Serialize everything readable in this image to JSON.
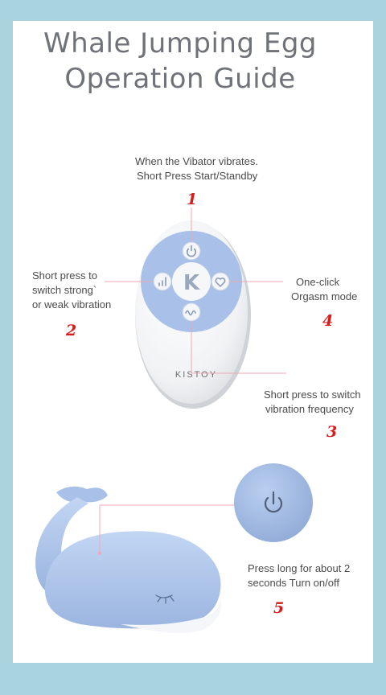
{
  "title": {
    "line1": "Whale Jumping Egg",
    "line2": "Operation Guide"
  },
  "remote": {
    "brand": "KISTOY",
    "center_logo": "K"
  },
  "callouts": {
    "c1": {
      "line1": "When the Vibator vibrates.",
      "line2": "Short Press Start/Standby",
      "number": "1"
    },
    "c2": {
      "line1": "Short press to",
      "line2": "switch strong`",
      "line3": "or weak vibration",
      "number": "2"
    },
    "c3": {
      "line1": "Short press to switch",
      "line2": "vibration frequency",
      "number": "3"
    },
    "c4": {
      "line1": "One-click",
      "line2": "Orgasm mode",
      "number": "4"
    },
    "c5": {
      "line1": "Press long for about 2",
      "line2": "seconds Turn on/off",
      "number": "5"
    }
  },
  "icons": [
    "power-icon",
    "strength-bars-icon",
    "heart-icon",
    "wave-icon"
  ],
  "colors": {
    "background": "#a9d3df",
    "card": "#ffffff",
    "accent_blue": "#a7c0e8",
    "number_red": "#d81b1b",
    "title_gray": "#6f7278"
  }
}
